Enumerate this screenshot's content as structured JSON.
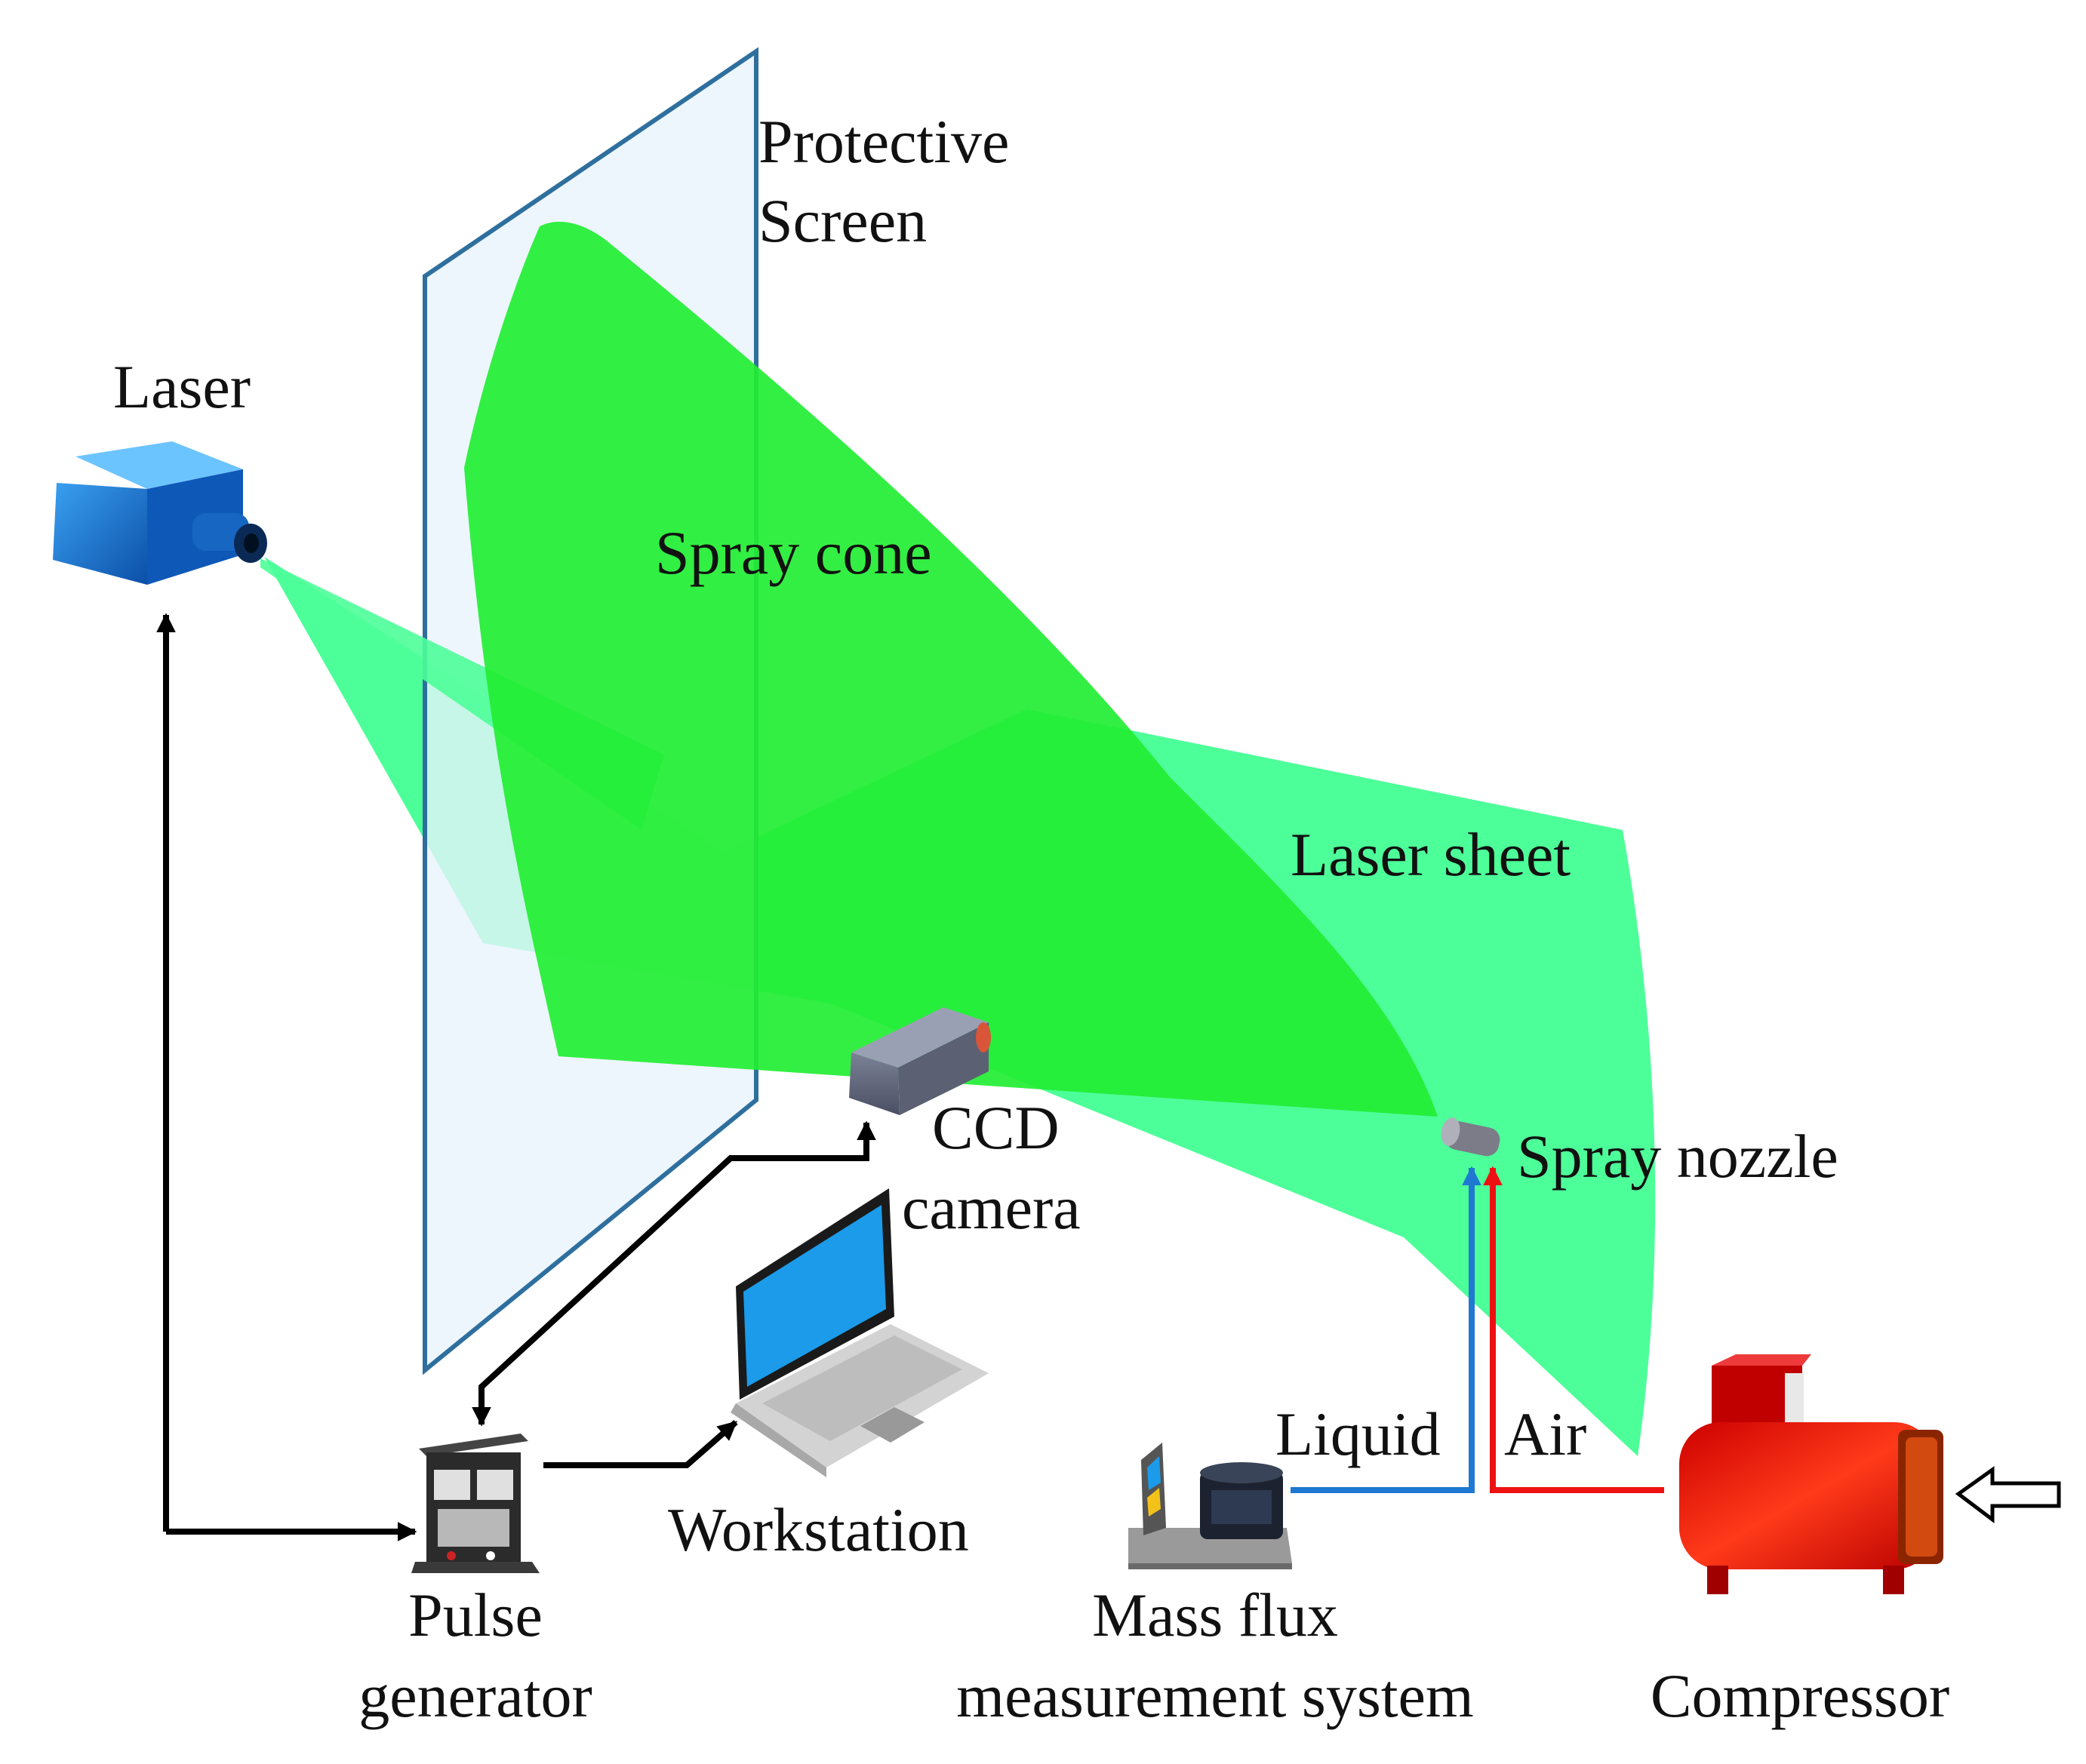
{
  "labels": {
    "protective_screen": [
      "Protective",
      "Screen"
    ],
    "laser": "Laser",
    "spray_cone": "Spray cone",
    "laser_sheet": "Laser sheet",
    "ccd_camera": [
      "CCD",
      "camera"
    ],
    "spray_nozzle": "Spray nozzle",
    "workstation": "Workstation",
    "pulse_generator": [
      "Pulse",
      "generator"
    ],
    "liquid": "Liquid",
    "air": "Air",
    "mass_flux": [
      "Mass flux",
      "measurement system"
    ],
    "compressor": "Compressor"
  },
  "colors": {
    "laser_sheet": "#4dff99",
    "spray_cone": "#22ee33",
    "screen_fill": "#e8f4fc",
    "screen_edge": "#2e6f9e",
    "liquid_line": "#1f78d1",
    "air_line": "#ee1111",
    "signal_line": "#000000"
  }
}
